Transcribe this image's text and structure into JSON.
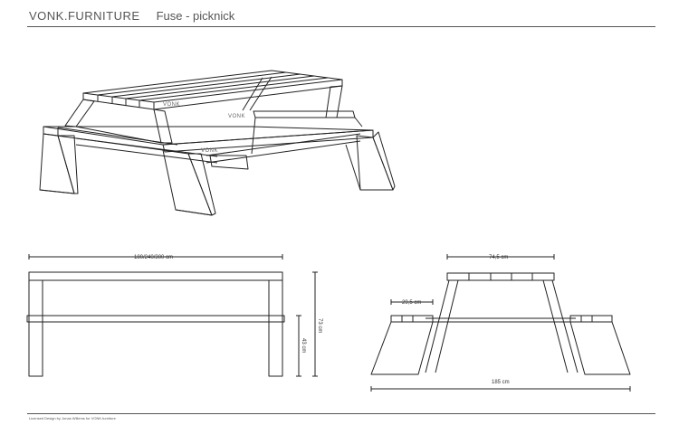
{
  "header": {
    "brand": "VONK.FURNITURE",
    "product": "Fuse - picknick"
  },
  "footer": {
    "credit": "Licensed Design by Jonas Willems for VONK.furniture"
  },
  "dimensions": {
    "length": "180/240/300 cm",
    "total_height": "73 cm",
    "seat_height": "43 cm",
    "table_top_width": "74,5 cm",
    "bench_width": "29,5 cm",
    "total_width": "185 cm"
  },
  "engraving": {
    "mark": "VONK"
  },
  "colors": {
    "line": "#222222",
    "text": "#333333",
    "rule": "#555555"
  }
}
